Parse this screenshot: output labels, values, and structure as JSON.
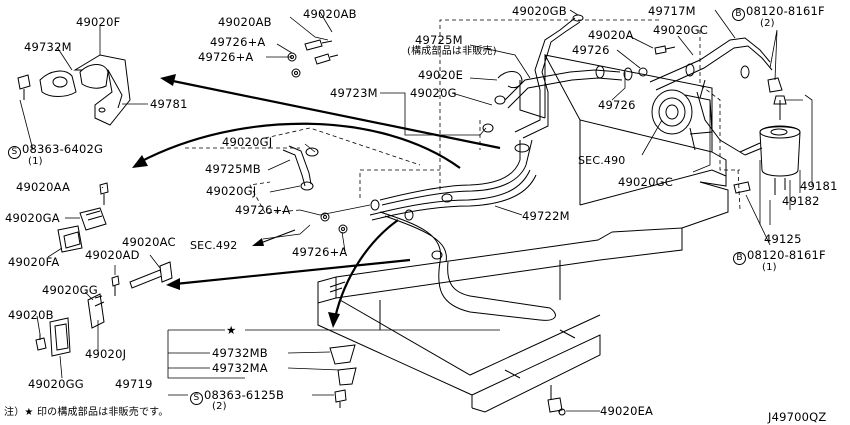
{
  "diagram": {
    "code": "J49700QZ",
    "note": "注）★ 印の構成部品は非販売です。",
    "labels": {
      "p49020F": "49020F",
      "p49732M": "49732M",
      "p49781": "49781",
      "s08363_6402G": "08363-6402G",
      "s08363_6402G_qty": "(1)",
      "p49020AB_a": "49020AB",
      "p49020AB_b": "49020AB",
      "p49726A_1": "49726+A",
      "p49726A_2": "49726+A",
      "p49725M": "49725M",
      "p49725M_note": "(構成部品は非販売)",
      "p49020E": "49020E",
      "p49723M": "49723M",
      "p49020G": "49020G",
      "p49020GB": "49020GB",
      "p49717M": "49717M",
      "b08120_8161F_top": "08120-8161F",
      "b08120_8161F_top_qty": "(2)",
      "p49020A": "49020A",
      "p49020GC_top": "49020GC",
      "p49726_plain": "49726",
      "p49726_pump": "49726",
      "sec490": "SEC.490",
      "p49020GC_mid": "49020GC",
      "p49181": "49181",
      "p49182": "49182",
      "p49125": "49125",
      "b08120_8161F_bot": "08120-8161F",
      "b08120_8161F_bot_qty": "(1)",
      "p49020GJ_1": "49020GJ",
      "p49725MB": "49725MB",
      "p49020GJ_2": "49020GJ",
      "p49726A_3": "49726+A",
      "p49726A_4": "49726+A",
      "p49722M": "49722M",
      "sec492": "SEC.492",
      "p49020AA": "49020AA",
      "p49020GA": "49020GA",
      "p49020FA": "49020FA",
      "p49020AC": "49020AC",
      "p49020AD": "49020AD",
      "p49020GG_1": "49020GG",
      "p49020B": "49020B",
      "p49020J": "49020J",
      "p49020GG_2": "49020GG",
      "star": "★",
      "p49732MB": "49732MB",
      "p49732MA": "49732MA",
      "p49719": "49719",
      "s08363_6125B": "08363-6125B",
      "s08363_6125B_qty": "(2)",
      "p49020EA": "49020EA",
      "circle_s": "S",
      "circle_b": "B"
    }
  }
}
